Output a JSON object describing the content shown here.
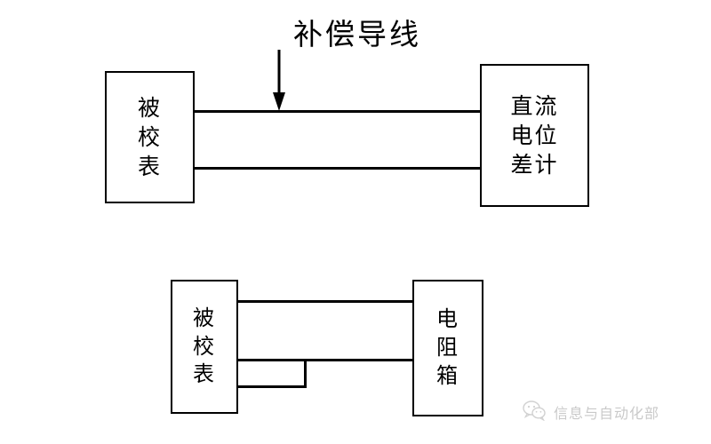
{
  "diagram": {
    "title_label": "补偿导线",
    "top_circuit": {
      "left_box": {
        "name": "被校表",
        "lines": [
          "被",
          "校",
          "表"
        ]
      },
      "right_box": {
        "name": "直流电位差计",
        "lines": [
          "直流",
          "电位",
          "差计"
        ]
      },
      "wire_count": 2,
      "annotation": "补偿导线"
    },
    "bottom_circuit": {
      "left_box": {
        "name": "被校表",
        "lines": [
          "被",
          "校",
          "表"
        ]
      },
      "right_box": {
        "name": "电阻箱",
        "lines": [
          "电",
          "阻",
          "箱"
        ]
      },
      "wire_count": 3
    }
  },
  "watermark": {
    "text": "信息与自动化部",
    "icon": "wechat-icon",
    "color": "#8a8a8a"
  },
  "colors": {
    "stroke": "#000000",
    "background": "#ffffff",
    "watermark": "#8a8a8a"
  }
}
